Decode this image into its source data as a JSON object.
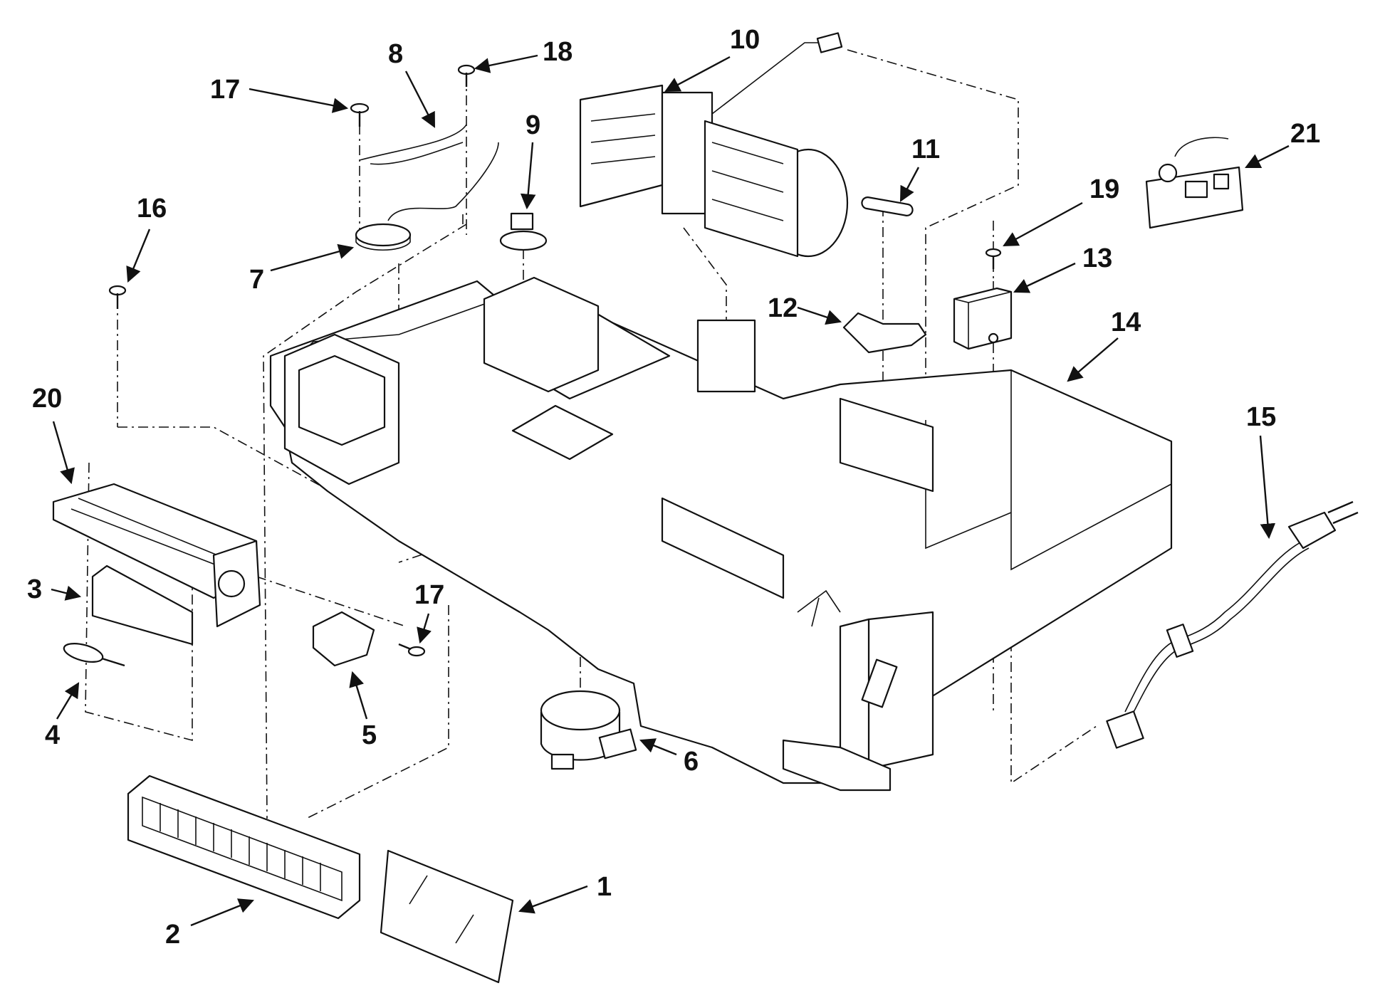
{
  "callouts": {
    "n1": "1",
    "n2": "2",
    "n3": "3",
    "n4": "4",
    "n5": "5",
    "n6": "6",
    "n7": "7",
    "n8": "8",
    "n9": "9",
    "n10": "10",
    "n11": "11",
    "n12": "12",
    "n13": "13",
    "n14": "14",
    "n15": "15",
    "n16": "16",
    "n17a": "17",
    "n17b": "17",
    "n18": "18",
    "n19": "19",
    "n20": "20",
    "n21": "21"
  }
}
